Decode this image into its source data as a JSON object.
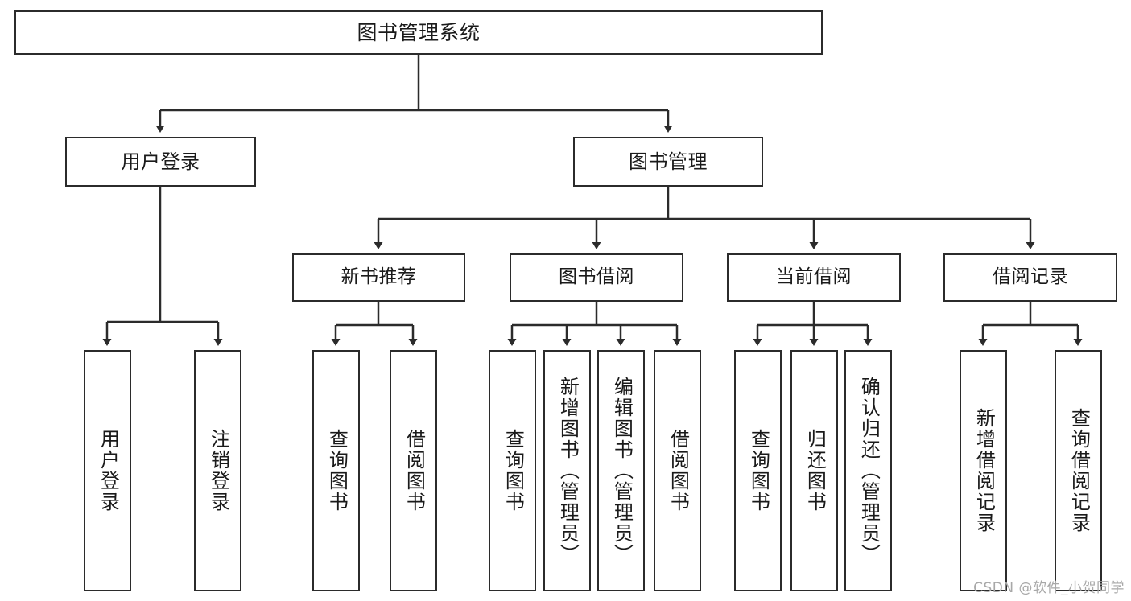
{
  "diagram": {
    "title": "图书管理系统",
    "type": "tree-hierarchy-diagram",
    "root": {
      "label": "图书管理系统"
    },
    "level2": [
      {
        "label": "用户登录"
      },
      {
        "label": "图书管理"
      }
    ],
    "level3": [
      {
        "label": "新书推荐"
      },
      {
        "label": "图书借阅"
      },
      {
        "label": "当前借阅"
      },
      {
        "label": "借阅记录"
      }
    ],
    "leaves": {
      "user_login": [
        {
          "label": "用户登录"
        },
        {
          "label": "注销登录"
        }
      ],
      "new_book_recommend": [
        {
          "label": "查询图书"
        },
        {
          "label": "借阅图书"
        }
      ],
      "book_borrow": [
        {
          "label": "查询图书"
        },
        {
          "label": "新增图书（管理员）"
        },
        {
          "label": "编辑图书（管理员）"
        },
        {
          "label": "借阅图书"
        }
      ],
      "current_borrow": [
        {
          "label": "查询图书"
        },
        {
          "label": "归还图书"
        },
        {
          "label": "确认归还（管理员）"
        }
      ],
      "borrow_record": [
        {
          "label": "新增借阅记录"
        },
        {
          "label": "查询借阅记录"
        }
      ]
    }
  },
  "watermark": {
    "text": "CSDN @软件_小贺同学"
  },
  "colors": {
    "stroke": "#2b2b2b",
    "background": "#ffffff",
    "text": "#1a1a1a",
    "watermark": "#a8a8a8"
  }
}
